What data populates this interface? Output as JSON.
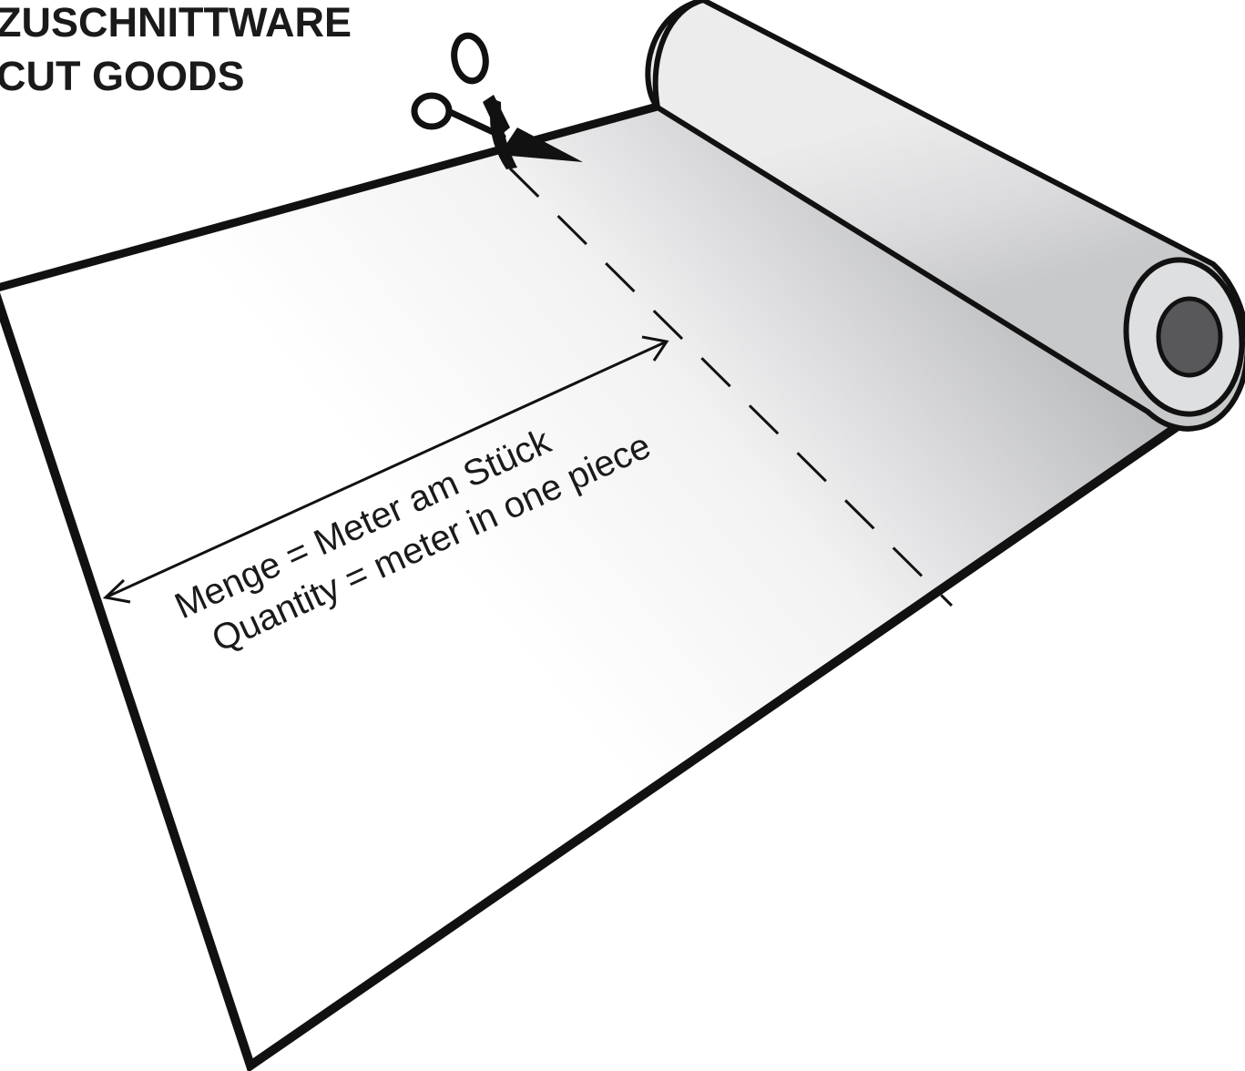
{
  "heading": {
    "line1": "ZUSCHNITTWARE",
    "line2": "CUT GOODS"
  },
  "measurement": {
    "line1": "Menge = Meter am Stück",
    "line2": "Quantity = meter in one piece"
  },
  "icons": {
    "cut_tool": "scissors-icon",
    "roll": "material-roll-icon"
  },
  "colors": {
    "outline": "#111111",
    "roll_fill": "#d9dadc",
    "core_fill": "#58585a",
    "sheet_shade": "#c4c5c8"
  }
}
